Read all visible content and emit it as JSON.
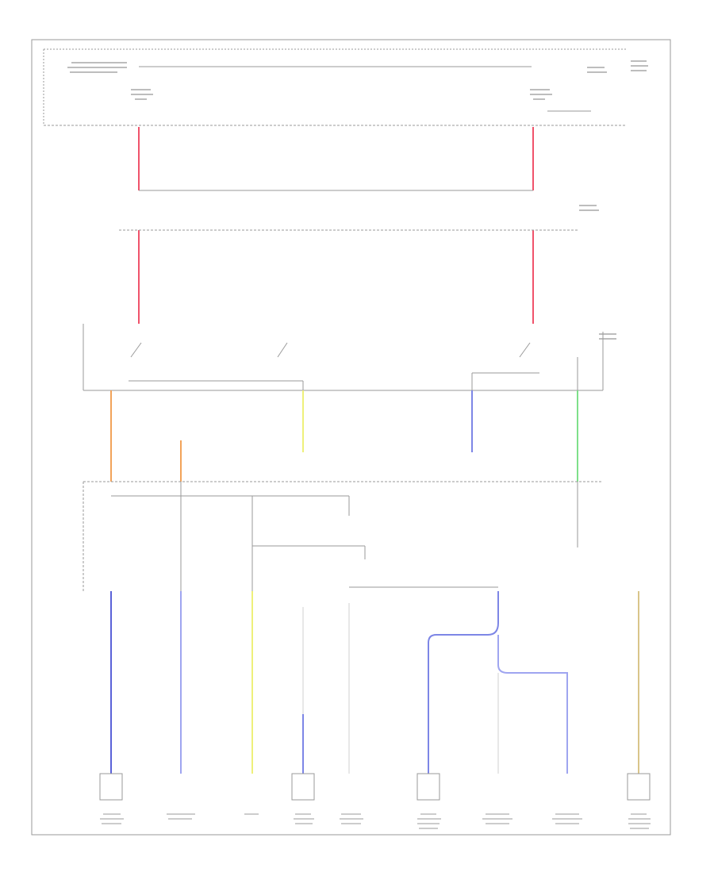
{
  "diagram": {
    "footer_code": "",
    "wire_colors": {
      "red": "#f0536b",
      "orange": "#f2a35a",
      "yellow": "#eef07a",
      "blue": "#7d86e6",
      "blue_dark": "#5a62d8",
      "green": "#7ee08a",
      "tan": "#d9c58a",
      "gray": "#d0d0d0",
      "line": "#9a9a9a"
    },
    "components": [
      {
        "id": "abs-module"
      },
      {
        "id": "instrument-cluster"
      },
      {
        "id": "pcm"
      },
      {
        "id": "oil-sensor"
      },
      {
        "id": "booster-sensor"
      },
      {
        "id": "body-module"
      },
      {
        "id": "left-lamp"
      },
      {
        "id": "right-lamp"
      },
      {
        "id": "other-module"
      }
    ]
  }
}
